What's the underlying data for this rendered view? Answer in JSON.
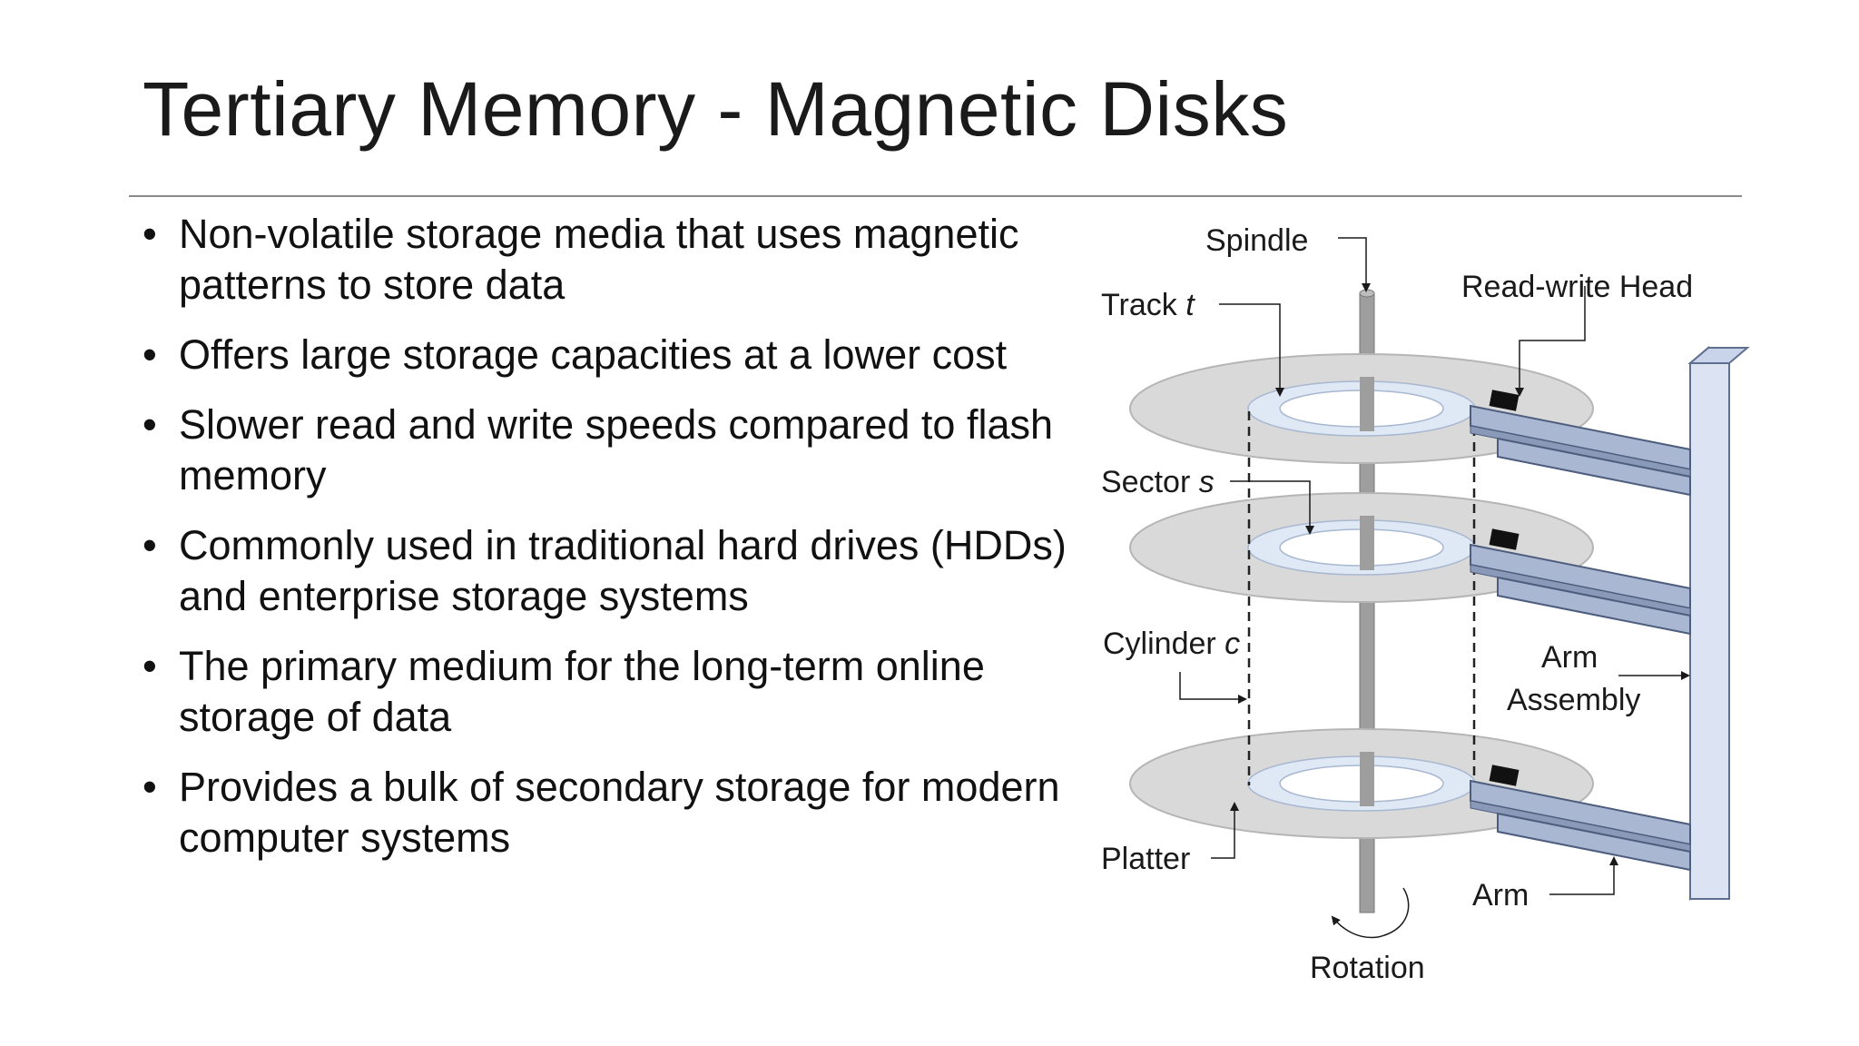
{
  "slide": {
    "title": "Tertiary Memory - Magnetic Disks",
    "bullet_symbol": "•",
    "bullets": [
      "Non-volatile storage media that uses magnetic patterns to store data",
      "Offers large storage capacities at a lower cost",
      "Slower read and write speeds compared to flash memory",
      "Commonly used in traditional hard drives (HDDs) and enterprise storage systems",
      "The primary medium for the long-term online storage of data",
      "Provides a bulk of secondary storage for modern computer systems"
    ]
  },
  "diagram": {
    "labels": {
      "spindle": "Spindle",
      "track": "Track ",
      "track_var": "t",
      "read_write_head": "Read-write Head",
      "sector": "Sector ",
      "sector_var": "s",
      "cylinder": "Cylinder ",
      "cylinder_var": "c",
      "arm_assembly_line1": "Arm",
      "arm_assembly_line2": "Assembly",
      "platter": "Platter",
      "arm": "Arm",
      "rotation": "Rotation"
    },
    "colors": {
      "platter": "#d9d9d9",
      "platter_edge": "#b5b5b5",
      "track_band": "#dfe8f5",
      "spindle": "#9e9e9e",
      "arm": "#aab7d2",
      "arm_assembly": "#dce4f3",
      "head": "#111111"
    }
  }
}
